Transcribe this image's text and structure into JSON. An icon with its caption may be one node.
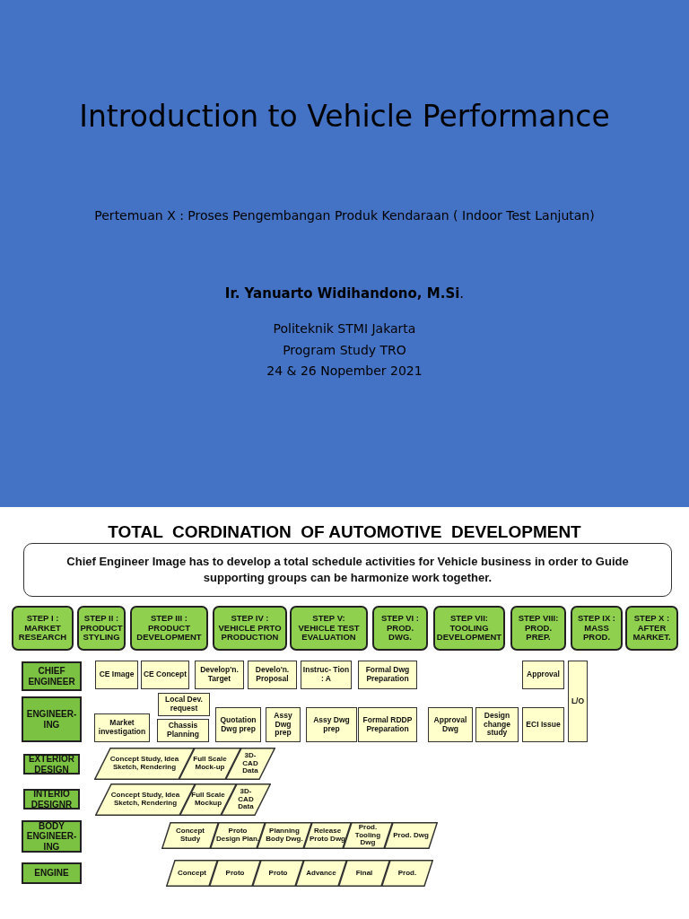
{
  "diagram": {
    "title": "Introduction to Vehicle Performance",
    "nodes": [
      {
        "text": [
          "Chief Engineer Image has to develop a total schedule activities for Vehicle business in order to Guide supporting groups can be harmonize work together."
        ]
      },
      {
        "text": [
          "STEP I : MARKET RESEARCH"
        ]
      },
      {
        "text": [
          "STEP II : PRODUCT STYLING"
        ]
      },
      {
        "text": [
          "STEP III : PRODUCT DEVELOPMENT"
        ]
      },
      {
        "text": [
          "STEP IV : VEHICLE PRTO PRODUCTION"
        ]
      },
      {
        "text": [
          "STEP V: VEHICLE TEST EVALUATION"
        ]
      },
      {
        "text": [
          "STEP VI : PROD. DWG."
        ]
      },
      {
        "text": [
          "STEP VII: TOOLING DEVELOPMENT"
        ]
      },
      {
        "text": [
          "STEP VIII: PROD. PREP."
        ]
      },
      {
        "text": [
          "STEP IX : MASS PROD."
        ]
      },
      {
        "text": [
          "STEP X : AFTER MARKET."
        ]
      },
      {
        "text": [
          "CHIEF ENGINEER"
        ]
      },
      {
        "text": [
          "CE Image"
        ]
      },
      {
        "text": [
          "CE Concept"
        ]
      },
      {
        "text": [
          "Develop'n. Target"
        ]
      },
      {
        "text": [
          "Develo'n. Proposal"
        ]
      },
      {
        "text": [
          "Instruc- Tion : A"
        ]
      },
      {
        "text": [
          "Formal Dwg Preparation"
        ]
      },
      {
        "text": [
          "Approval"
        ]
      },
      {
        "text": [
          "L/O"
        ]
      },
      {
        "text": [
          "ENGINEER- ING"
        ]
      },
      {
        "text": [
          "Market investigation"
        ]
      },
      {
        "text": [
          "Local Dev. request"
        ]
      },
      {
        "text": [
          "Chassis Planning"
        ]
      },
      {
        "text": [
          "Quotation Dwg prep"
        ]
      },
      {
        "text": [
          "Assy Dwg prep"
        ]
      },
      {
        "text": [
          "Assy Dwg prep"
        ]
      },
      {
        "text": [
          "Formal RDDP Preparation"
        ]
      },
      {
        "text": [
          "Approval Dwg"
        ]
      },
      {
        "text": [
          "Design change study"
        ]
      },
      {
        "text": [
          "ECI Issue"
        ]
      },
      {
        "text": [
          "EXTERIOR DESIGN"
        ]
      },
      {
        "text": [
          "Concept Study, Idea Sketch, Rendering"
        ]
      },
      {
        "text": [
          "Full Scale Mock-up"
        ]
      },
      {
        "text": [
          "3D- CAD Data"
        ]
      },
      {
        "text": [
          "INTERIO DESIGNR"
        ]
      },
      {
        "text": [
          "Concept Study, Idea Sketch, Rendering"
        ]
      },
      {
        "text": [
          "Full Scale Mockup"
        ]
      },
      {
        "text": [
          "3D- CAD Data"
        ]
      },
      {
        "text": [
          "BODY ENGINEER- ING"
        ]
      },
      {
        "text": [
          "Concept Study"
        ]
      },
      {
        "text": [
          "Proto Design Plan."
        ]
      },
      {
        "text": [
          "Planning Body Dwg."
        ]
      },
      {
        "text": [
          "Release Proto Dwg"
        ]
      },
      {
        "text": [
          "Prod. Tooling Dwg"
        ]
      },
      {
        "text": [
          "Prod. Dwg"
        ]
      },
      {
        "text": [
          "ENGINE"
        ]
      },
      {
        "text": [
          "Concept"
        ]
      },
      {
        "text": [
          "Proto"
        ]
      },
      {
        "text": [
          "Proto"
        ]
      },
      {
        "text": [
          "Advance"
        ]
      },
      {
        "text": [
          "Final"
        ]
      },
      {
        "text": [
          "Prod."
        ]
      }
    ],
    "labels": [
      "Pertemuan X : Proses Pengembangan Produk Kendaraan ( Indoor Test Lanjutan)",
      "**Ir. Yanuarto Widihandono, M.Si**.",
      "Politeknik STMI Jakarta",
      "Program Study TRO",
      "24 & 26 Nopember 2021",
      "TOTAL  CORDINATION  OF AUTOMOTIVE  DEVELOPMENT"
    ]
  }
}
